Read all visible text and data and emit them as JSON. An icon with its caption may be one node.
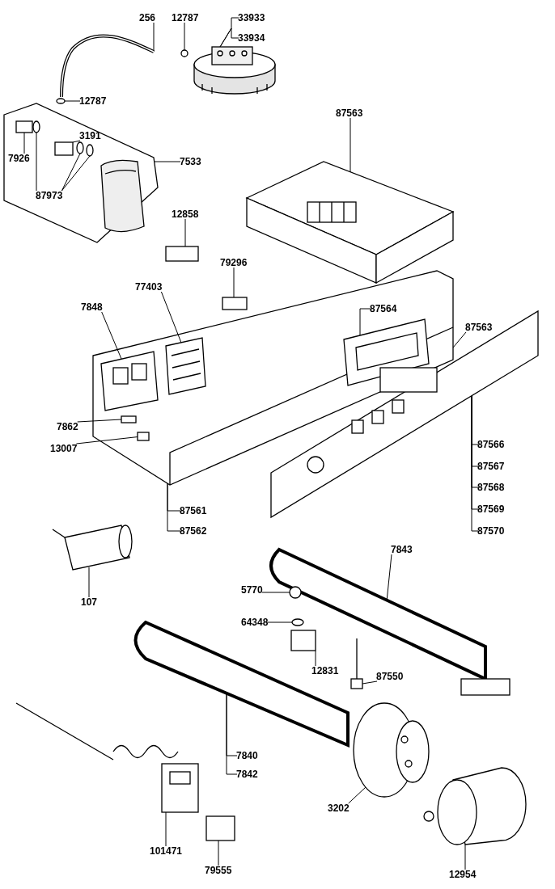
{
  "diagram": {
    "nodes": [
      {
        "text": [
          "256"
        ]
      },
      {
        "text": [
          "12787"
        ]
      },
      {
        "text": [
          "33933"
        ]
      },
      {
        "text": [
          "33934"
        ]
      },
      {
        "text": [
          "12787"
        ]
      },
      {
        "text": [
          "3191"
        ],
        "in": 46
      },
      {
        "text": [
          "7926"
        ],
        "in": 46
      },
      {
        "text": [
          "87973"
        ],
        "in": 46
      },
      {
        "text": [
          "7533"
        ]
      },
      {
        "text": [
          "87563"
        ]
      },
      {
        "text": [
          "12858"
        ]
      },
      {
        "text": [
          "79296"
        ]
      },
      {
        "text": [
          "77403"
        ]
      },
      {
        "text": [
          "7848"
        ]
      },
      {
        "text": [
          "87564"
        ],
        "in": 53
      },
      {
        "text": [
          "87563"
        ]
      },
      {
        "text": [
          "7862"
        ]
      },
      {
        "text": [
          "13007"
        ]
      },
      {
        "text": [
          "87561"
        ]
      },
      {
        "text": [
          "87562"
        ]
      },
      {
        "text": [
          "87566"
        ]
      },
      {
        "text": [
          "87567"
        ]
      },
      {
        "text": [
          "87568"
        ]
      },
      {
        "text": [
          "87569"
        ]
      },
      {
        "text": [
          "87570"
        ]
      },
      {
        "text": [
          "107"
        ]
      },
      {
        "text": [
          "7843"
        ]
      },
      {
        "text": [
          "5770"
        ]
      },
      {
        "text": [
          "64348"
        ]
      },
      {
        "text": [
          "12831"
        ]
      },
      {
        "text": [
          "87550"
        ]
      },
      {
        "text": [
          "7840"
        ]
      },
      {
        "text": [
          "7842"
        ]
      },
      {
        "text": [
          "3202"
        ]
      },
      {
        "text": [
          "101471"
        ]
      },
      {
        "text": [
          "79555"
        ]
      },
      {
        "text": [
          "12954"
        ]
      },
      {
        "text": [],
        "shape": "picture"
      },
      {
        "text": [],
        "shape": "circle"
      },
      {
        "text": [],
        "shape": "picture"
      },
      {
        "text": [],
        "shape": "circle"
      },
      {
        "text": [],
        "shape": "box",
        "in": 46
      },
      {
        "text": [],
        "shape": "box",
        "in": 46
      },
      {
        "text": [],
        "shape": "circle",
        "in": 46
      },
      {
        "text": [],
        "shape": "circle",
        "in": 46
      },
      {
        "text": [],
        "shape": "circle",
        "in": 46
      },
      {
        "text": [],
        "shape": "picture"
      },
      {
        "text": [],
        "shape": "picture"
      },
      {
        "text": [],
        "shape": "box"
      },
      {
        "text": [],
        "shape": "box"
      },
      {
        "text": [],
        "shape": "picture",
        "in": 53
      },
      {
        "text": [],
        "shape": "picture",
        "in": 53
      },
      {
        "text": [],
        "shape": "picture",
        "in": 53
      },
      {
        "text": [],
        "shape": "picture"
      },
      {
        "text": [],
        "shape": "box",
        "in": 53
      },
      {
        "text": [],
        "shape": "box",
        "in": 53
      },
      {
        "text": [],
        "shape": "picture"
      },
      {
        "text": [],
        "shape": "picture"
      },
      {
        "text": [],
        "shape": "picture"
      },
      {
        "text": [],
        "shape": "circle"
      },
      {
        "text": [],
        "shape": "circle"
      },
      {
        "text": [],
        "shape": "box"
      },
      {
        "text": [],
        "shape": "picture"
      },
      {
        "text": [],
        "shape": "picture"
      },
      {
        "text": [],
        "shape": "picture"
      },
      {
        "text": [],
        "shape": "picture"
      },
      {
        "text": [],
        "shape": "box"
      },
      {
        "text": [],
        "shape": "picture"
      },
      {
        "text": [],
        "shape": "picture",
        "in": 46
      }
    ],
    "edges": [
      {
        "from": 0,
        "to": 37,
        "arrow": "none"
      },
      {
        "from": 1,
        "to": 38,
        "arrow": "none"
      },
      {
        "from": 2,
        "to": 39,
        "arrow": "none"
      },
      {
        "from": 3,
        "to": 39,
        "arrow": "none"
      },
      {
        "from": 4,
        "to": 40,
        "arrow": "none"
      },
      {
        "from": 5,
        "to": 41,
        "arrow": "none"
      },
      {
        "from": 6,
        "to": 42,
        "arrow": "none"
      },
      {
        "from": 7,
        "to": 43,
        "arrow": "none"
      },
      {
        "from": 7,
        "to": 44,
        "arrow": "none"
      },
      {
        "from": 7,
        "to": 45,
        "arrow": "none"
      },
      {
        "from": 8,
        "to": 46,
        "arrow": "none"
      },
      {
        "from": 9,
        "to": 47,
        "arrow": "none"
      },
      {
        "from": 10,
        "to": 48,
        "arrow": "none"
      },
      {
        "from": 11,
        "to": 49,
        "arrow": "none"
      },
      {
        "from": 12,
        "to": 51,
        "arrow": "none"
      },
      {
        "from": 13,
        "to": 50,
        "arrow": "none"
      },
      {
        "from": 14,
        "to": 52,
        "arrow": "none"
      },
      {
        "from": 15,
        "to": 53,
        "arrow": "none"
      },
      {
        "from": 16,
        "to": 54,
        "arrow": "none"
      },
      {
        "from": 17,
        "to": 55,
        "arrow": "none"
      },
      {
        "from": 18,
        "to": 53,
        "arrow": "none"
      },
      {
        "from": 19,
        "to": 53,
        "arrow": "none"
      },
      {
        "from": 20,
        "to": 56,
        "arrow": "none"
      },
      {
        "from": 21,
        "to": 56,
        "arrow": "none"
      },
      {
        "from": 22,
        "to": 56,
        "arrow": "none"
      },
      {
        "from": 23,
        "to": 56,
        "arrow": "none"
      },
      {
        "from": 24,
        "to": 56,
        "arrow": "none"
      },
      {
        "from": 25,
        "to": 57,
        "arrow": "none"
      },
      {
        "from": 26,
        "to": 58,
        "arrow": "none"
      },
      {
        "from": 27,
        "to": 59,
        "arrow": "none"
      },
      {
        "from": 28,
        "to": 60,
        "arrow": "none"
      },
      {
        "from": 29,
        "to": 61,
        "arrow": "none"
      },
      {
        "from": 30,
        "to": 62,
        "arrow": "none"
      },
      {
        "from": 31,
        "to": 63,
        "arrow": "none"
      },
      {
        "from": 32,
        "to": 63,
        "arrow": "none"
      },
      {
        "from": 33,
        "to": 64,
        "arrow": "none"
      },
      {
        "from": 34,
        "to": 65,
        "arrow": "none"
      },
      {
        "from": 35,
        "to": 66,
        "arrow": "none"
      },
      {
        "from": 36,
        "to": 67,
        "arrow": "none"
      }
    ]
  }
}
